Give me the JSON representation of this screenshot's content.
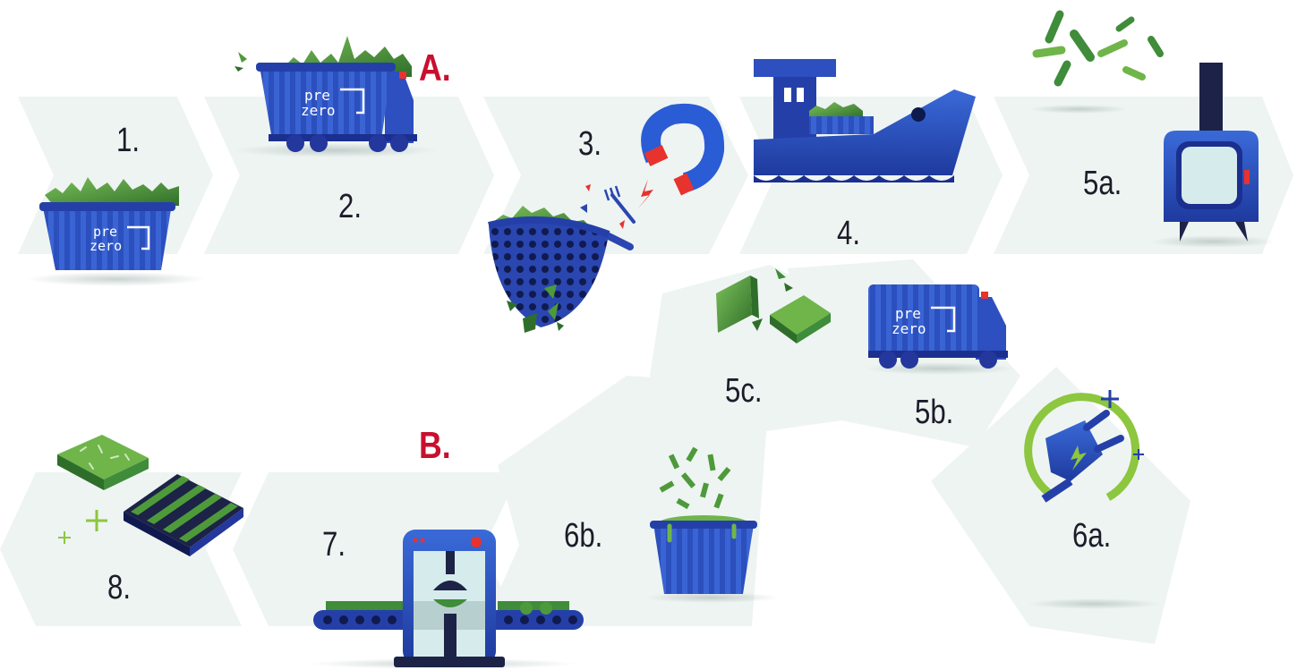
{
  "phases": {
    "a": "A.",
    "b": "B."
  },
  "steps": {
    "s1": "1.",
    "s2": "2.",
    "s3": "3.",
    "s4": "4.",
    "s5a": "5a.",
    "s5b": "5b.",
    "s5c": "5c.",
    "s6a": "6a.",
    "s6b": "6b.",
    "s7": "7.",
    "s8": "8."
  },
  "brand": {
    "line1": "pre",
    "line2": "zero"
  },
  "colors": {
    "arrow_fill": "#eef4f2",
    "container_blue": "#2f55c7",
    "dark_blue": "#1b2f8f",
    "green": "#4e9a3a",
    "lime": "#8dc63f",
    "accent_red": "#c8102e",
    "text": "#1c1c2a"
  }
}
